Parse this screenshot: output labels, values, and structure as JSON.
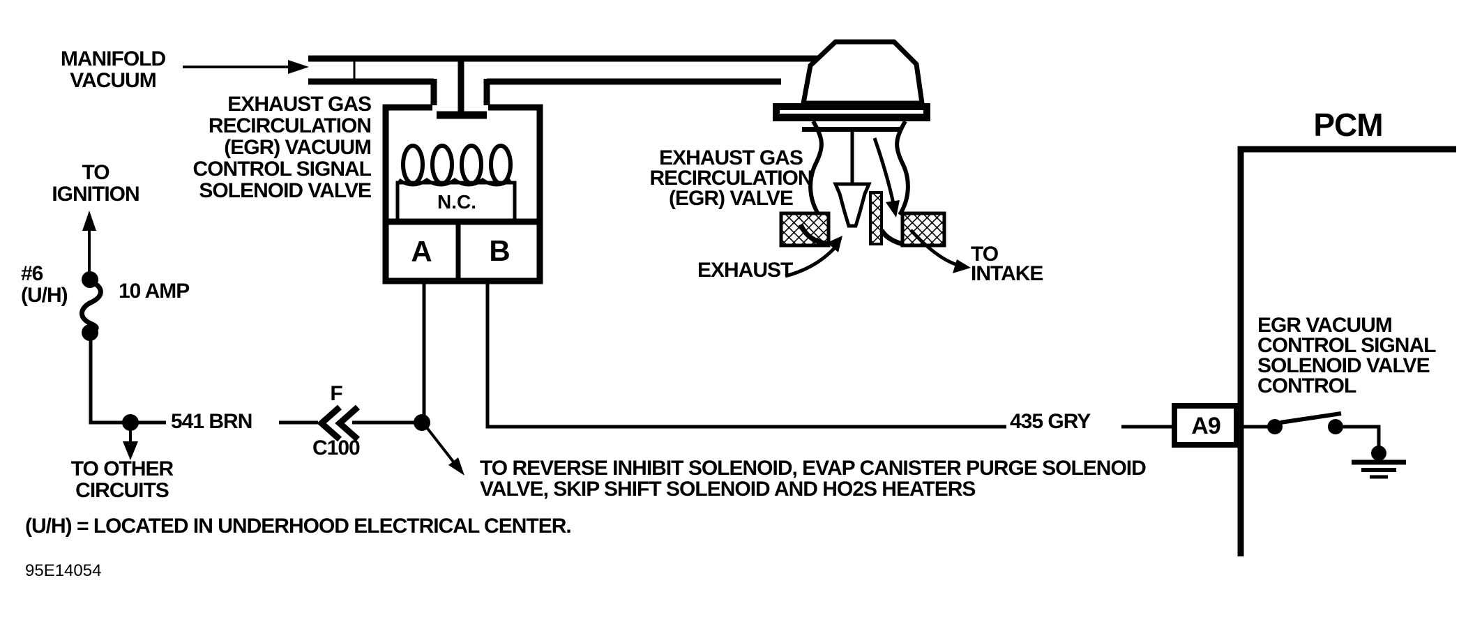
{
  "colors": {
    "ink": "#000000",
    "paper": "#ffffff"
  },
  "power_branch": {
    "to_ignition": "TO\nIGNITION",
    "fuse_number": "#6\n(U/H)",
    "fuse_rating": "10 AMP",
    "to_other_circuits": "TO OTHER\nCIRCUITS",
    "wire_label": "541 BRN",
    "connector_pin": "F",
    "connector_id": "C100"
  },
  "solenoid": {
    "manifold_vacuum": "MANIFOLD\nVACUUM",
    "label": "EXHAUST GAS\nRECIRCULATION\n(EGR) VACUUM\nCONTROL SIGNAL\nSOLENOID VALVE",
    "state": "N.C.",
    "terminal_a": "A",
    "terminal_b": "B"
  },
  "egr_valve": {
    "label": "EXHAUST GAS\nRECIRCULATION\n(EGR) VALVE",
    "exhaust": "EXHAUST",
    "to_intake": "TO\nINTAKE"
  },
  "branch_note": "TO REVERSE INHIBIT SOLENOID, EVAP CANISTER PURGE SOLENOID\nVALVE, SKIP SHIFT SOLENOID AND HO2S HEATERS",
  "pcm": {
    "title": "PCM",
    "pin": "A9",
    "wire_label": "435 GRY",
    "function_label": "EGR VACUUM\nCONTROL SIGNAL\nSOLENOID VALVE\nCONTROL"
  },
  "footer": {
    "note": "(U/H) = LOCATED IN UNDERHOOD ELECTRICAL CENTER.",
    "figure_number": "95E14054"
  }
}
